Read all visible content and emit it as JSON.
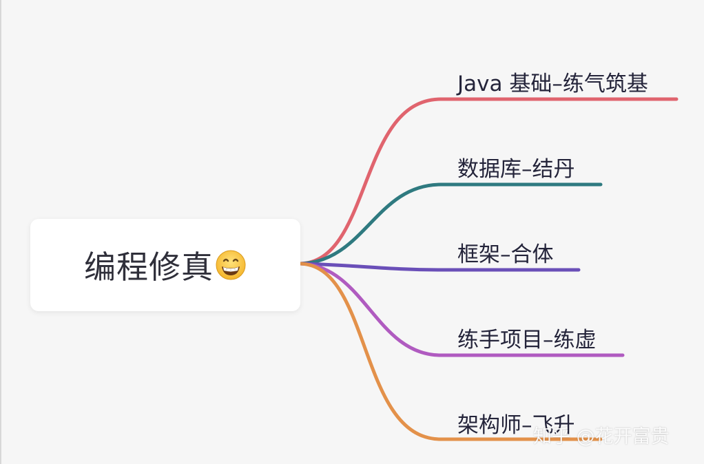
{
  "root": {
    "title": "编程修真",
    "emoji_icon": "grinning-face-icon"
  },
  "branches": [
    {
      "label": "Java 基础–练气筑基",
      "color": "#e0646e"
    },
    {
      "label": "数据库–结丹",
      "color": "#2f7a80"
    },
    {
      "label": "框架–合体",
      "color": "#6a4fb8"
    },
    {
      "label": "练手项目–练虚",
      "color": "#b05bc0"
    },
    {
      "label": "架构师–飞升",
      "color": "#e3914a"
    }
  ],
  "watermark": {
    "text": "知乎 @花开富贵"
  }
}
